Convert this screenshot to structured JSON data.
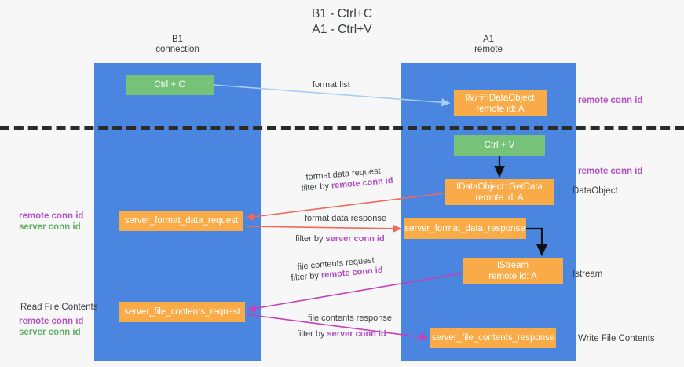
{
  "title": {
    "line1": "B1 - Ctrl+C",
    "line2": "A1 - Ctrl+V"
  },
  "lanes": [
    {
      "id": "b1",
      "name": "B1",
      "sub": "connection",
      "color": "#4a86e0"
    },
    {
      "id": "a1",
      "name": "A1",
      "sub": "remote",
      "color": "#4a86e0"
    }
  ],
  "nodes": {
    "ctrl_c": {
      "line1": "Ctrl + C",
      "line2": "",
      "color": "#77c279"
    },
    "idataobject": {
      "line1": "叹/テIDataObject",
      "line2": "remote id: A",
      "color": "#f9ab48"
    },
    "ctrl_v": {
      "line1": "Ctrl + V",
      "line2": "",
      "color": "#77c279"
    },
    "getdata": {
      "line1": "IDataObject::GetData",
      "line2": "remote id: A",
      "color": "#f9ab48"
    },
    "server_format_data_request": {
      "line1": "server_format_data_request",
      "line2": "",
      "color": "#f9ab48"
    },
    "server_format_data_response": {
      "line1": "server_format_data_response",
      "line2": "",
      "color": "#f9ab48"
    },
    "istream": {
      "line1": "IStream",
      "line2": "remote id: A",
      "color": "#f9ab48"
    },
    "server_file_contents_request": {
      "line1": "server_file_contents_request",
      "line2": "",
      "color": "#f9ab48"
    },
    "server_file_contents_response": {
      "line1": "server_file_contents_response",
      "line2": "",
      "color": "#f9ab48"
    }
  },
  "edges": {
    "format_list": {
      "label": "format list"
    },
    "format_data_request": {
      "label": "format data request",
      "filter_prefix": "filter by ",
      "filter_key": "remote conn id"
    },
    "format_data_response": {
      "label": "format data response",
      "filter_prefix": "filter by ",
      "filter_key": "server conn id"
    },
    "file_contents_request": {
      "label": "file contents request",
      "filter_prefix": "filter by ",
      "filter_key": "remote conn id"
    },
    "file_contents_response": {
      "label": "file contents response",
      "filter_prefix": "filter by ",
      "filter_key": "server conn id"
    }
  },
  "annotations": {
    "remote_conn_id_top": "remote conn id",
    "remote_conn_id_mid": "remote conn id",
    "dataobject": "DataObject",
    "istream": "Istream",
    "write_file_contents": "Write File Contents",
    "read_file_contents": "Read File Contents",
    "left_remote_conn_id_1": "remote conn id",
    "left_server_conn_id_1": "server conn id",
    "left_remote_conn_id_2": "remote conn id",
    "left_server_conn_id_2": "server conn id"
  },
  "colors": {
    "lane": "#4a86e0",
    "green_node": "#77c279",
    "orange_node": "#f9ab48",
    "purple_text": "#b24fc4",
    "green_text": "#5fae63",
    "arrow_blue": "#a8cdf0",
    "arrow_red": "#ef6a5a",
    "arrow_magenta": "#c93fb5",
    "arrow_black": "#111111",
    "divider": "#2b2b2b",
    "background": "#f7f7f8"
  }
}
